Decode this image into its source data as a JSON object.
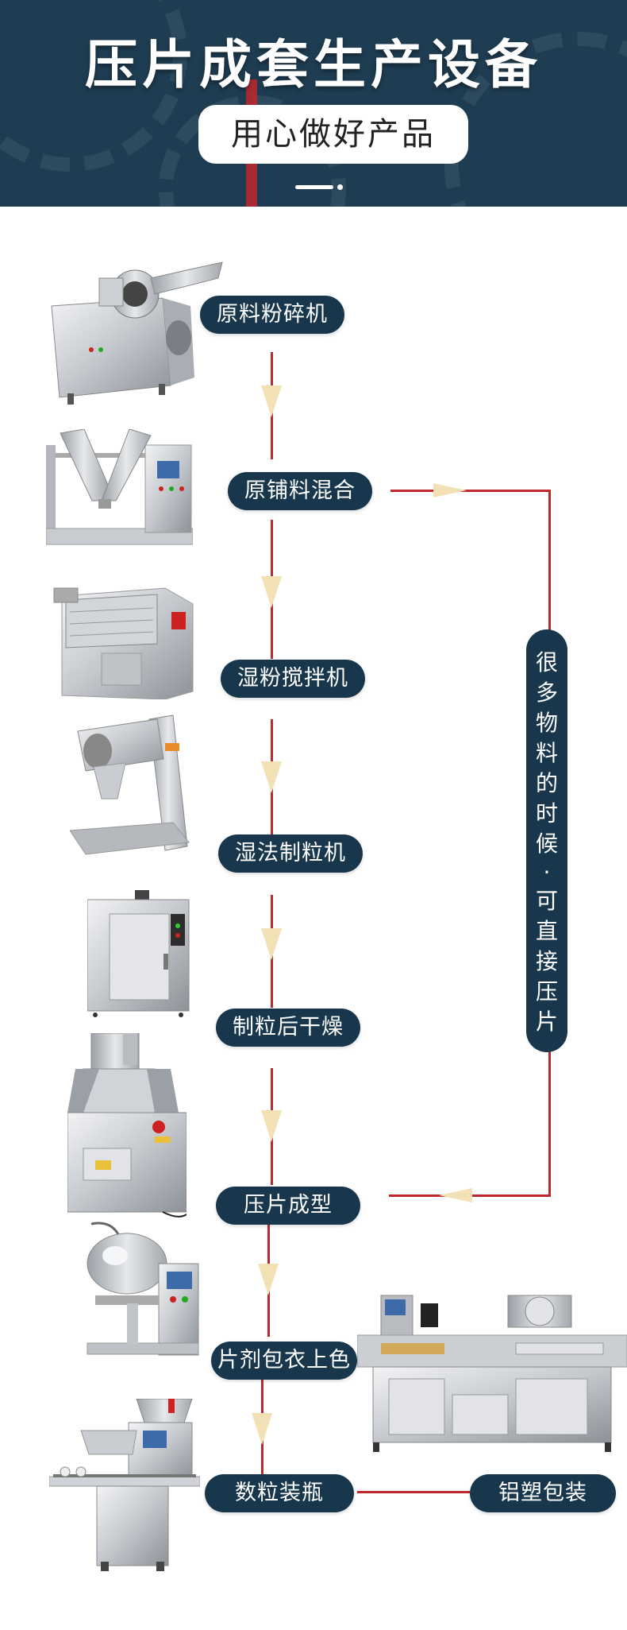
{
  "header": {
    "title": "压片成套生产设备",
    "subtitle": "用心做好产品"
  },
  "steps": [
    {
      "label": "原料粉碎机"
    },
    {
      "label": "原铺料混合"
    },
    {
      "label": "湿粉搅拌机"
    },
    {
      "label": "湿法制粒机"
    },
    {
      "label": "制粒后干燥"
    },
    {
      "label": "压片成型"
    },
    {
      "label": "片剂包衣上色"
    },
    {
      "label": "数粒装瓶"
    },
    {
      "label": "铝塑包装"
    }
  ],
  "shortcut": {
    "chars": [
      "很",
      "多",
      "物",
      "料",
      "的",
      "时",
      "候",
      "·",
      "可",
      "直",
      "接",
      "压",
      "片"
    ]
  },
  "colors": {
    "banner": "#1f3d52",
    "pill": "#18374c",
    "connector": "#c0272d",
    "arrow": "#f3e1b6"
  },
  "icons": [
    "pulverizer-machine-icon",
    "v-mixer-machine-icon",
    "wet-mixer-machine-icon",
    "granulator-machine-icon",
    "drying-oven-icon",
    "tablet-press-icon",
    "coating-pan-icon",
    "bottle-counter-icon",
    "blister-packer-icon"
  ]
}
